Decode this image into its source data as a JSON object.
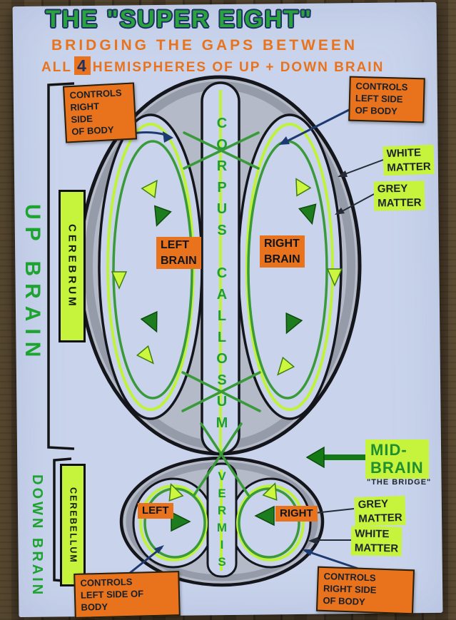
{
  "title": "THE \"SUPER EIGHT\"",
  "subtitle": {
    "line1": "BRIDGING THE GAPS BETWEEN",
    "line2_pre": "ALL",
    "line2_num": "4",
    "line2_post": "HEMISPHERES OF UP + DOWN BRAIN"
  },
  "up_brain": {
    "side_label": "UP BRAIN",
    "region_label": "CEREBRUM",
    "corpus_callosum": "CORPUS CALLOSUM",
    "left_hemisphere": "LEFT\nBRAIN",
    "right_hemisphere": "RIGHT\nBRAIN",
    "controls_right_box": "CONTROLS\nRIGHT\nSIDE\nOF BODY",
    "controls_left_box": "CONTROLS\nLEFT SIDE\nOF BODY",
    "white_matter": "WHITE\nMATTER",
    "grey_matter": "GREY\nMATTER"
  },
  "mid_brain": {
    "label": "MID-\nBRAIN",
    "sub_label": "\"THE BRIDGE\""
  },
  "down_brain": {
    "side_label": "DOWN BRAIN",
    "region_label": "CEREBELLUM",
    "vermis": "VERMIS",
    "left_lobe": "LEFT",
    "right_lobe": "RIGHT",
    "grey_matter": "GREY\nMATTER",
    "white_matter": "WHITE\nMATTER",
    "controls_left_box": "CONTROLS\nLEFT SIDE OF\nBODY",
    "controls_right_box": "CONTROLS\nRIGHT SIDE\nOF BODY"
  },
  "colors": {
    "paper": "#c9d4ec",
    "marker_green": "#23a03a",
    "marker_orange": "#e8731c",
    "highlight_chartreuse": "#c6f43c",
    "loop_green": "#3a9a3a",
    "dark_green": "#1d7c1d",
    "ink_navy": "#1d3a70",
    "grey_matter_band": "#b4bac7"
  }
}
